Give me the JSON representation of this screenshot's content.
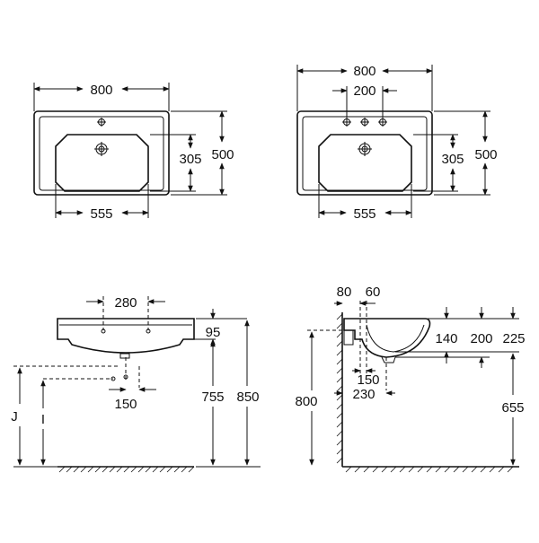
{
  "top_left": {
    "width": "800",
    "depth": "500",
    "bowl_depth": "305",
    "bowl_width": "555"
  },
  "top_right": {
    "width": "800",
    "tap_spacing": "200",
    "depth": "500",
    "bowl_depth": "305",
    "bowl_width": "555"
  },
  "front_view": {
    "tap_spacing": "280",
    "rim_height": "95",
    "height_755": "755",
    "height_850": "850",
    "waste_offset": "150",
    "label_j": "J",
    "label_i": "I"
  },
  "side_view": {
    "dim_80": "80",
    "dim_60": "60",
    "dim_140": "140",
    "dim_200": "200",
    "dim_225": "225",
    "dim_150": "150",
    "dim_230": "230",
    "dim_800": "800",
    "dim_655": "655"
  }
}
